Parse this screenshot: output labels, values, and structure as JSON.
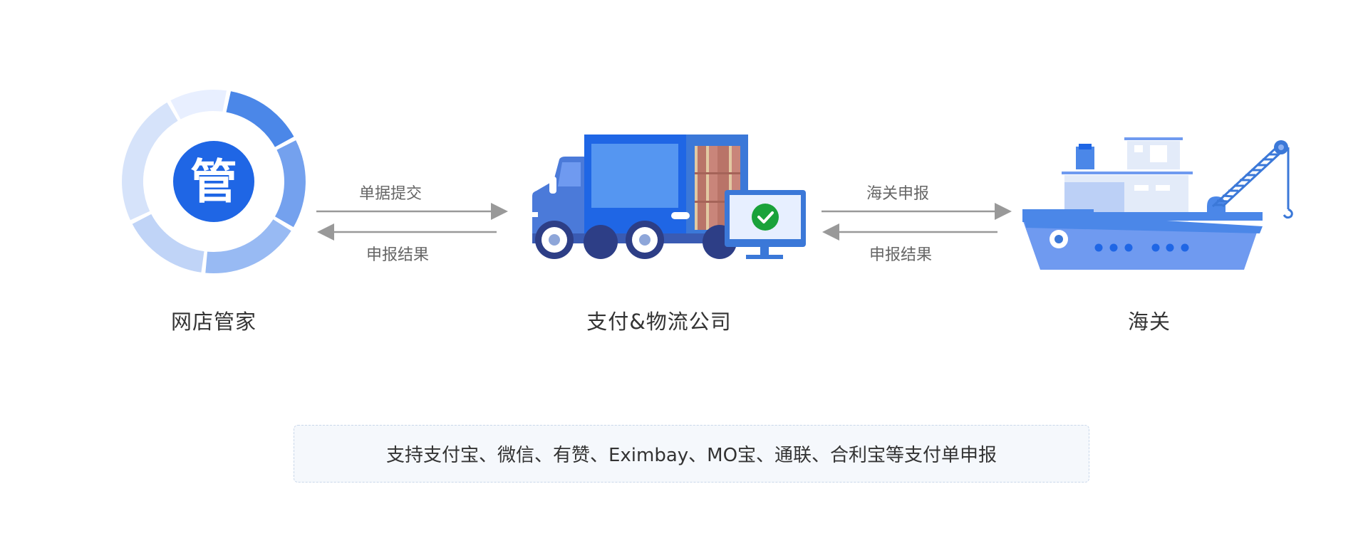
{
  "nodes": {
    "store_manager": {
      "icon_char": "管",
      "label": "网店管家"
    },
    "payment_logistics": {
      "label": "支付&物流公司"
    },
    "customs": {
      "label": "海关"
    }
  },
  "flows": {
    "left_forward": "单据提交",
    "left_back": "申报结果",
    "right_forward": "海关申报",
    "right_back": "申报结果"
  },
  "note": "支持支付宝、微信、有赞、Eximbay、MO宝、通联、合利宝等支付单申报",
  "colors": {
    "primary": "#1f66e5",
    "arrow": "#999999",
    "check_green": "#1aa23a"
  }
}
